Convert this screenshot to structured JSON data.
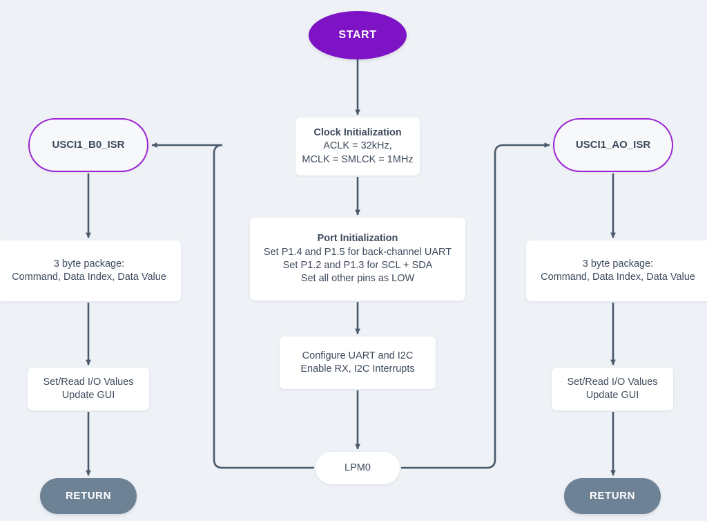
{
  "diagram": {
    "title": "MSP430 firmware flowchart",
    "background_color": "#eef1f5",
    "edge_color": "#49596b",
    "accent_purple": "#7d13c4",
    "border_purple": "#9b21d4",
    "return_gray": "#6e8296"
  },
  "nodes": {
    "start": {
      "label": "START",
      "shape": "ellipse"
    },
    "clock_init": {
      "line1": "Clock Initialization",
      "line2": "ACLK = 32kHz,",
      "line3": "MCLK = SMLCK = 1MHz",
      "shape": "rect"
    },
    "port_init": {
      "line1": "Port Initialization",
      "line2": "Set P1.4 and P1.5 for back-channel UART",
      "line3": "Set P1.2 and P1.3 for SCL + SDA",
      "line4": "Set all other pins as LOW",
      "shape": "rect"
    },
    "configure": {
      "line1": "Configure UART and I2C",
      "line2": "Enable RX, I2C Interrupts",
      "shape": "rect"
    },
    "lpm0": {
      "label": "LPM0",
      "shape": "pill"
    },
    "isr_left": {
      "label": "USCI1_B0_ISR",
      "shape": "rounded-outline"
    },
    "package_left": {
      "line1": "3 byte package:",
      "line2": "Command, Data Index, Data Value",
      "shape": "rect"
    },
    "io_left": {
      "line1": "Set/Read I/O Values",
      "line2": "Update GUI",
      "shape": "rect"
    },
    "return_left": {
      "label": "RETURN",
      "shape": "pill"
    },
    "isr_right": {
      "label": "USCI1_AO_ISR",
      "shape": "rounded-outline"
    },
    "package_right": {
      "line1": "3 byte package:",
      "line2": "Command, Data Index, Data Value",
      "shape": "rect"
    },
    "io_right": {
      "line1": "Set/Read I/O Values",
      "line2": "Update GUI",
      "shape": "rect"
    },
    "return_right": {
      "label": "RETURN",
      "shape": "pill"
    }
  },
  "edges": [
    {
      "from": "start",
      "to": "clock_init",
      "style": "straight-down"
    },
    {
      "from": "clock_init",
      "to": "port_init",
      "style": "straight-down"
    },
    {
      "from": "port_init",
      "to": "configure",
      "style": "straight-down"
    },
    {
      "from": "configure",
      "to": "lpm0",
      "style": "straight-down"
    },
    {
      "from": "lpm0",
      "to": "isr_left",
      "style": "left-then-up"
    },
    {
      "from": "lpm0",
      "to": "isr_right",
      "style": "right-then-up"
    },
    {
      "from": "isr_left",
      "to": "package_left",
      "style": "straight-down"
    },
    {
      "from": "package_left",
      "to": "io_left",
      "style": "straight-down"
    },
    {
      "from": "io_left",
      "to": "return_left",
      "style": "straight-down"
    },
    {
      "from": "isr_right",
      "to": "package_right",
      "style": "straight-down"
    },
    {
      "from": "package_right",
      "to": "io_right",
      "style": "straight-down"
    },
    {
      "from": "io_right",
      "to": "return_right",
      "style": "straight-down"
    }
  ]
}
